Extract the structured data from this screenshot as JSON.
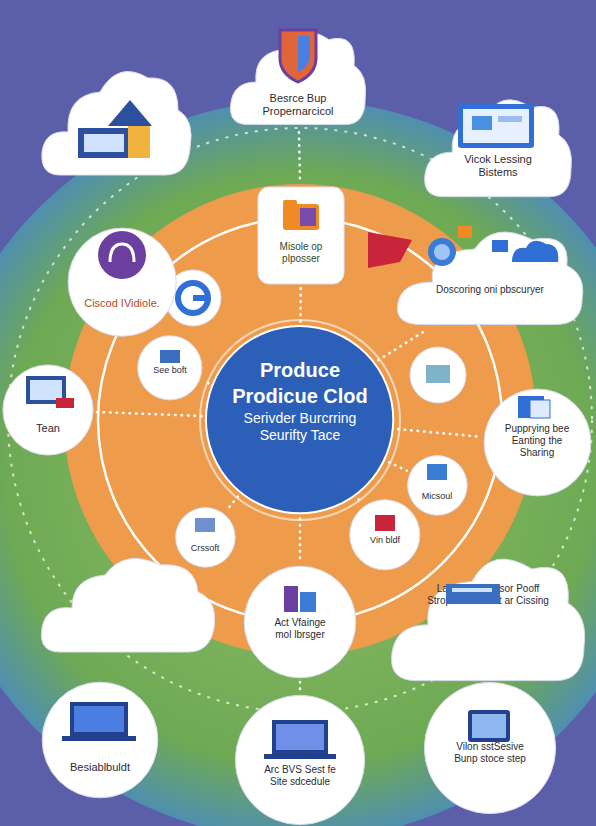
{
  "diagram": {
    "nodes": [
      {
        "text": [
          "Besrce Bup Propernarcicol"
        ]
      },
      {
        "text": [
          "Vicok Lessing Bistems"
        ]
      },
      {
        "text": [
          "Misole op plposser"
        ]
      },
      {
        "text": [
          "Doscoring oni pbscuryer"
        ]
      },
      {
        "text": [
          "Ciscod IVidiole."
        ]
      },
      {
        "text": [
          "See boft"
        ]
      },
      {
        "text": [
          "Tean"
        ]
      },
      {
        "text": [
          "Produce",
          "Prodicue Clod",
          "Serivder Burcrring Seurifty Tace"
        ]
      },
      {
        "text": [
          "Pupprying bee Eanting the Sharing"
        ]
      },
      {
        "text": [
          "Micsoul"
        ]
      },
      {
        "text": [
          "Vin bldf"
        ]
      },
      {
        "text": [
          "Crssoft"
        ]
      },
      {
        "text": [
          "Act Vfainge mol lbrsger"
        ]
      },
      {
        "text": [
          "Laries Seswe sor Pooff Stropest buwedit ar Cissing"
        ]
      },
      {
        "text": [
          "Besiablbuldt"
        ]
      },
      {
        "text": [
          "Arc BVS Sest fe Site sdcedule"
        ]
      },
      {
        "text": [
          "Vilon sstSesive Bunp stoce step"
        ]
      }
    ],
    "edges": [
      {
        "from": 0,
        "to": 2,
        "arrow": "none"
      },
      {
        "from": 7,
        "to": 2,
        "arrow": "none"
      },
      {
        "from": 7,
        "to": 3,
        "arrow": "none"
      },
      {
        "from": 7,
        "to": 5,
        "arrow": "none"
      },
      {
        "from": 7,
        "to": 6,
        "arrow": "none"
      },
      {
        "from": 7,
        "to": 8,
        "arrow": "none"
      },
      {
        "from": 7,
        "to": 9,
        "arrow": "none"
      },
      {
        "from": 7,
        "to": 10,
        "arrow": "none"
      },
      {
        "from": 7,
        "to": 11,
        "arrow": "none"
      },
      {
        "from": 7,
        "to": 12,
        "arrow": "none"
      },
      {
        "from": 12,
        "to": 15,
        "arrow": "none"
      }
    ]
  }
}
